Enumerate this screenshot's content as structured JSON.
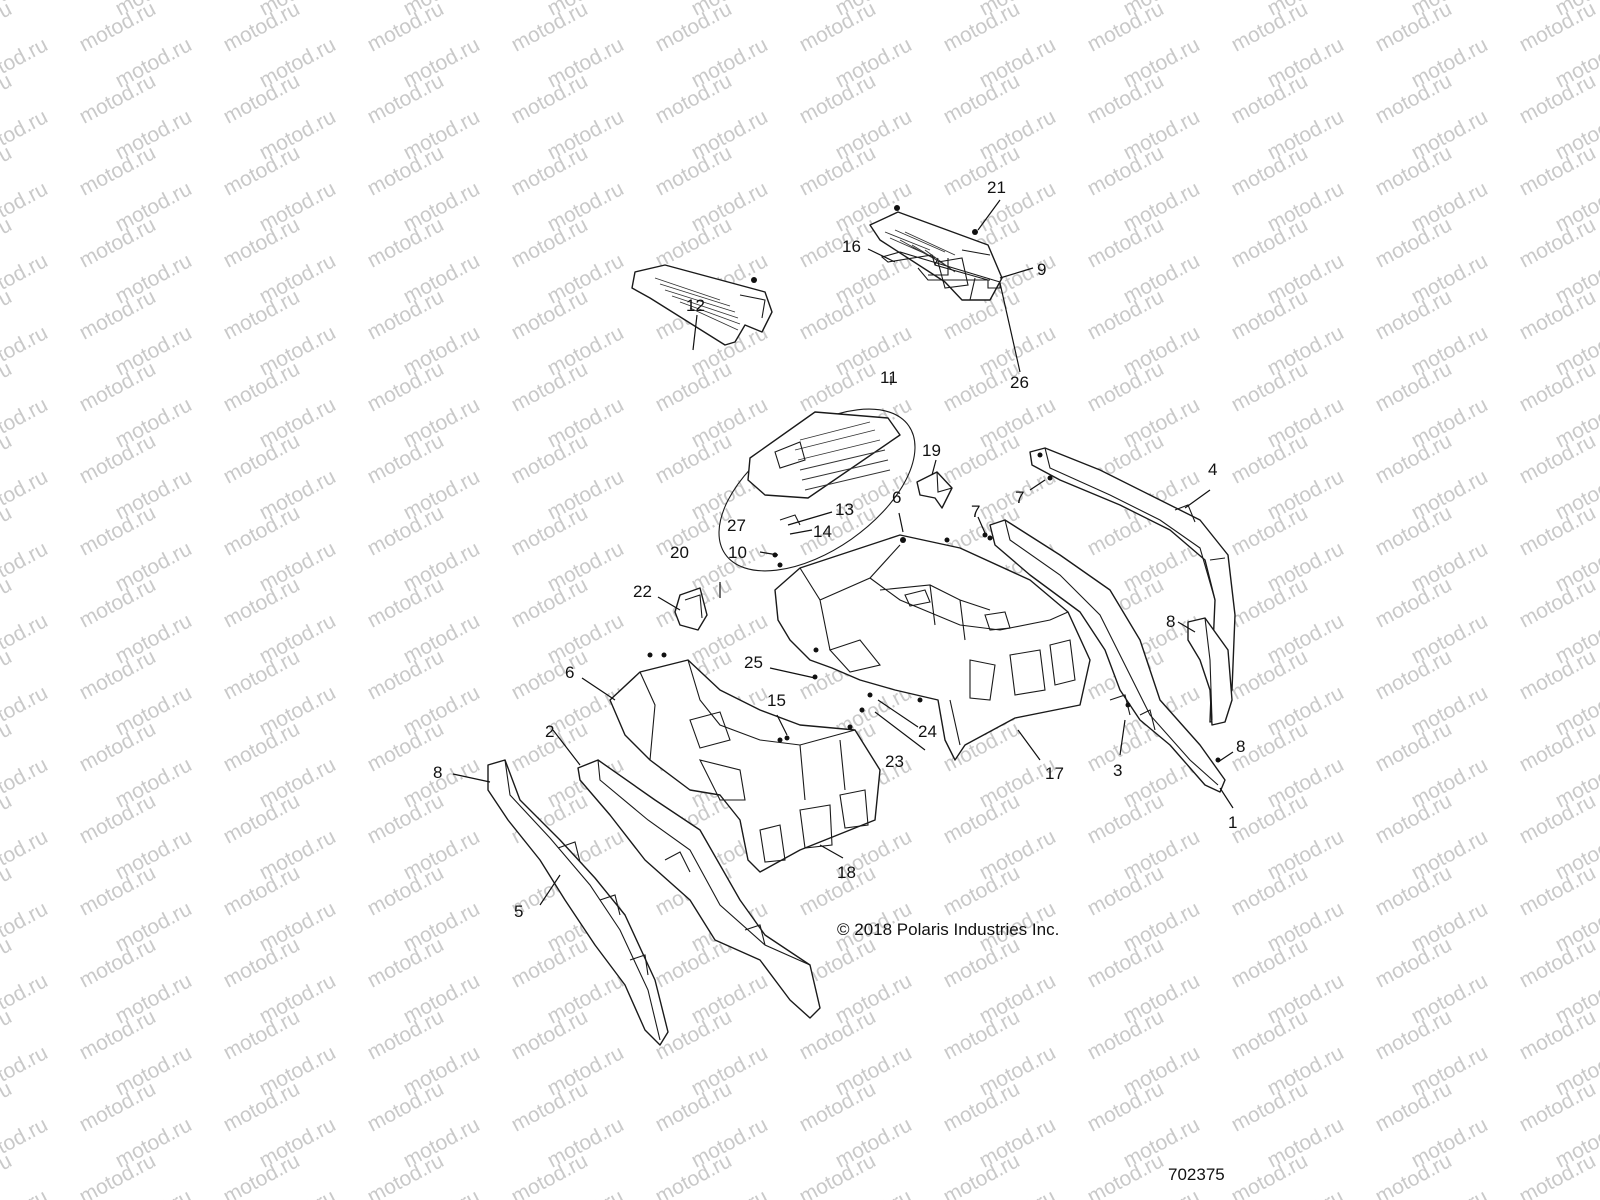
{
  "watermark": "motod.ru",
  "copyright": "© 2018 Polaris Industries Inc.",
  "drawing_number": "702375",
  "callouts": {
    "c1": "1",
    "c2": "2",
    "c3": "3",
    "c4": "4",
    "c5": "5",
    "c6a": "6",
    "c6b": "6",
    "c7a": "7",
    "c7b": "7",
    "c8a": "8",
    "c8b": "8",
    "c8c": "8",
    "c9": "9",
    "c10": "10",
    "c11": "11",
    "c12": "12",
    "c13": "13",
    "c14": "14",
    "c15": "15",
    "c16": "16",
    "c17": "17",
    "c18": "18",
    "c19": "19",
    "c20": "20",
    "c21": "21",
    "c22": "22",
    "c23": "23",
    "c24": "24",
    "c25": "25",
    "c26": "26",
    "c27": "27"
  }
}
